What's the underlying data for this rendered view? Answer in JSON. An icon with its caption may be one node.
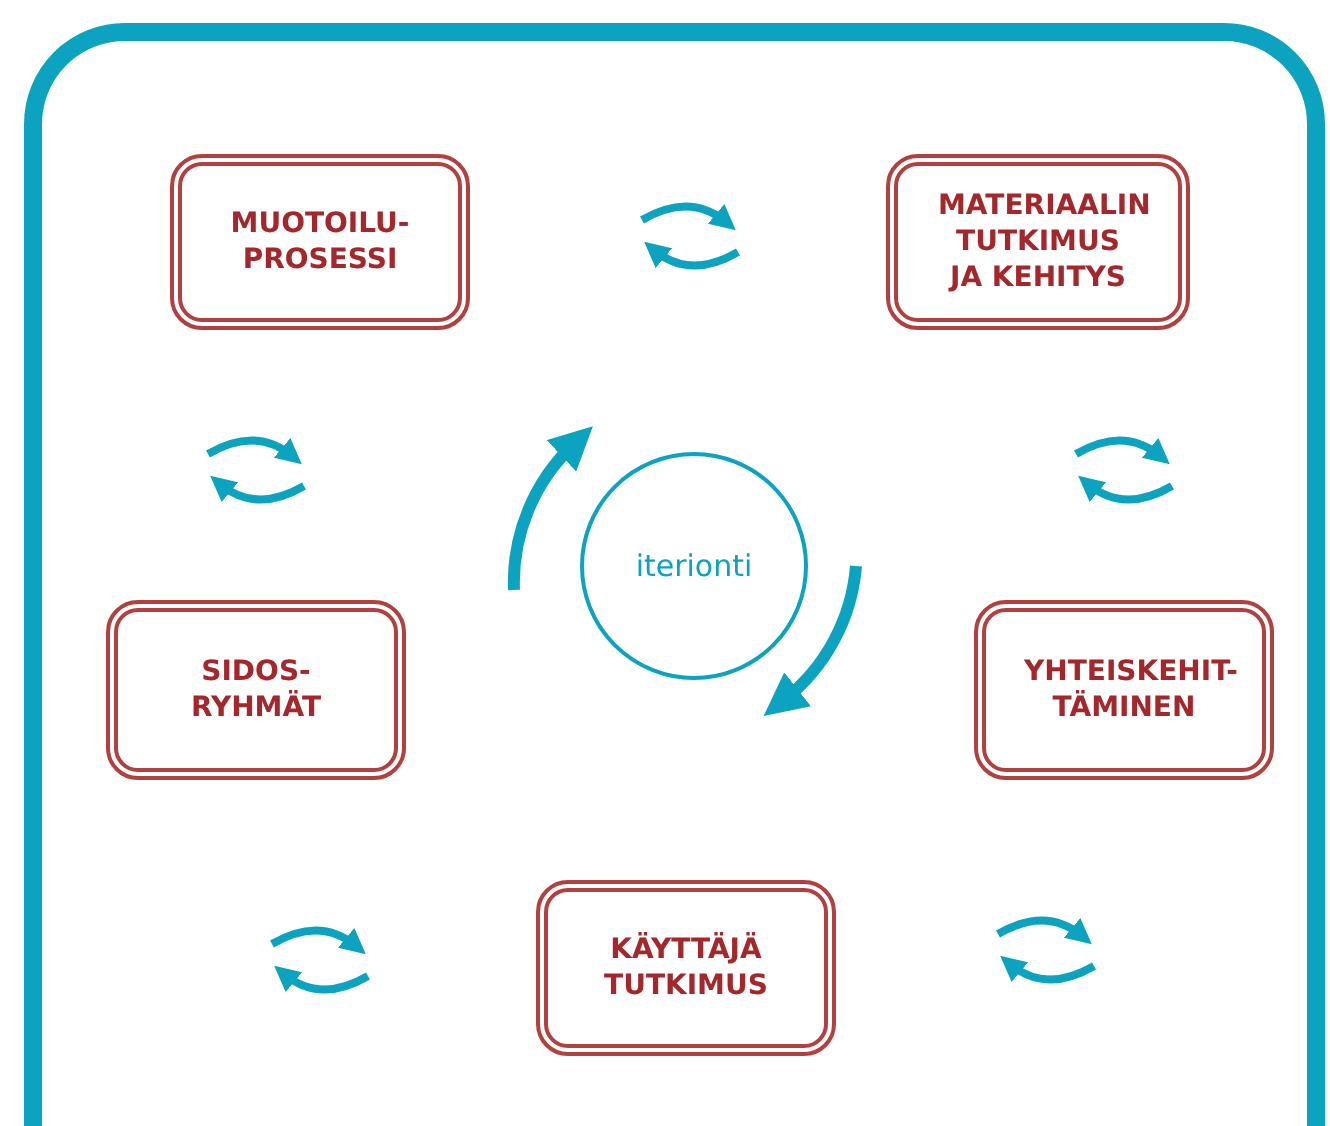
{
  "diagram": {
    "nodes": [
      {
        "text": [
          "MUOTOILU-PROSESSI"
        ]
      },
      {
        "text": [
          "MATERIAALIN TUTKIMUS JA KEHITYS"
        ]
      },
      {
        "text": [
          "SIDOS-RYHMÄT"
        ]
      },
      {
        "text": [
          "YHTEISKEHIT-TÄMINEN"
        ]
      },
      {
        "text": [
          "KÄYTTÄJÄ TUTKIMUS"
        ]
      },
      {
        "text": [
          "iterionti"
        ]
      }
    ]
  }
}
